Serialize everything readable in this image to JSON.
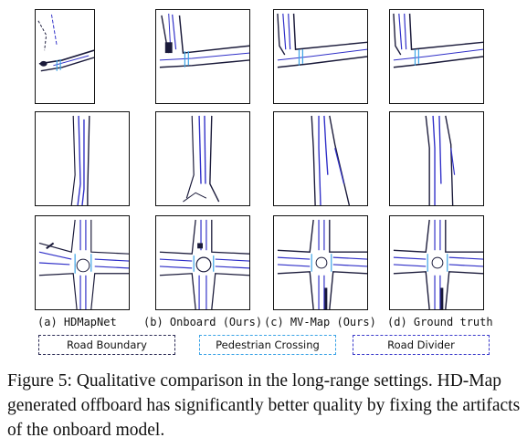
{
  "figure": {
    "column_labels": [
      "(a) HDMapNet",
      "(b) Onboard (Ours)",
      "(c) MV-Map (Ours)",
      "(d) Ground truth"
    ],
    "legend": [
      {
        "label": "Road Boundary",
        "color": "#2b2b55"
      },
      {
        "label": "Pedestrian Crossing",
        "color": "#3aa3e6"
      },
      {
        "label": "Road Divider",
        "color": "#3a3acb"
      }
    ],
    "caption": "Figure 5: Qualitative comparison in the long-range settings. HD-Map generated offboard has significantly better quality by fixing the artifacts of the onboard model.",
    "colors": {
      "boundary": "#1a1a3a",
      "crossing": "#3aa3e6",
      "divider": "#2f2fc8"
    }
  }
}
